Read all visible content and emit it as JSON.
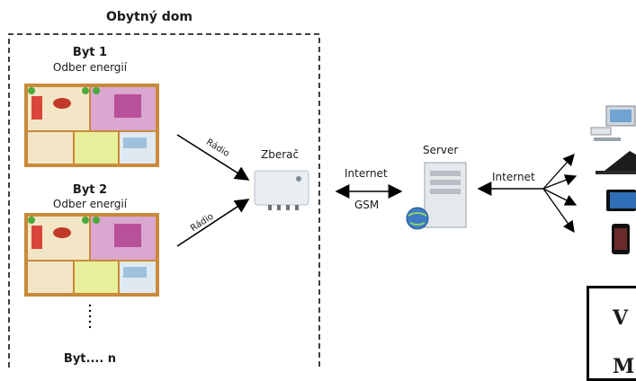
{
  "building": {
    "title": "Obytný dom",
    "flat1": {
      "title": "Byt 1",
      "subtitle": "Odber energií"
    },
    "flat2": {
      "title": "Byt 2",
      "subtitle": "Odber energií"
    },
    "flatn": {
      "title": "Byt.... n"
    },
    "radio1": "Rádio",
    "radio2": "Rádio"
  },
  "collector": {
    "label": "Zberač"
  },
  "link1": {
    "top": "Internet",
    "bottom": "GSM"
  },
  "server": {
    "label": "Server"
  },
  "link2": {
    "top": "Internet"
  },
  "cutoff_box": {
    "line1": "V",
    "line2": "M"
  },
  "icons": [
    "apartment-floorplan-icon",
    "apartment-floorplan-icon",
    "collector-device-icon",
    "server-icon",
    "desktop-computer-icon",
    "laptop-icon",
    "tablet-icon",
    "smartphone-icon"
  ]
}
